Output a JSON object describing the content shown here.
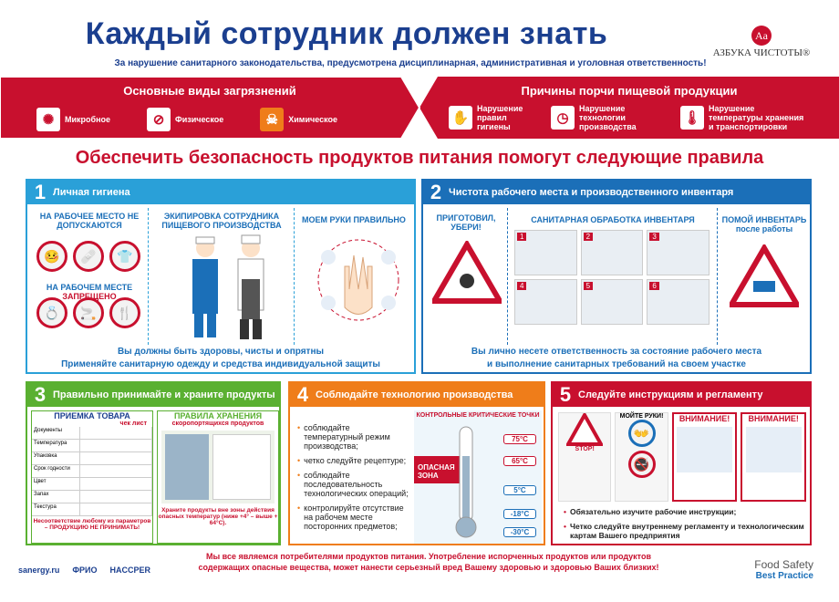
{
  "header": {
    "title": "Каждый сотрудник должен знать",
    "subtitle": "За нарушение санитарного законодательства, предусмотрена дисциплинарная, административная и уголовная ответственность!",
    "brand_logo": "Aa",
    "brand_name": "АЗБУКА ЧИСТОТЫ®"
  },
  "band": {
    "left_title": "Основные виды загрязнений",
    "left_items": [
      {
        "label": "Микробное",
        "icon": "microbe-icon"
      },
      {
        "label": "Физическое",
        "icon": "glass-shard-icon"
      },
      {
        "label": "Химическое",
        "icon": "chemical-icon"
      }
    ],
    "right_title": "Причины порчи пищевой продукции",
    "right_items": [
      {
        "label": "Нарушение правил гигиены",
        "icon": "hand-icon"
      },
      {
        "label": "Нарушение технологии производства",
        "icon": "clock-icon"
      },
      {
        "label": "Нарушение температуры хранения и транспортировки",
        "icon": "thermometer-icon"
      }
    ]
  },
  "rules_heading": "Обеспечить безопасность продуктов питания помогут следующие правила",
  "panel1": {
    "num": "1",
    "title": "Личная гигиена",
    "col1_title": "НА РАБОЧЕЕ МЕСТО НЕ ДОПУСКАЮТСЯ",
    "col1_sub_prefix": "НА РАБОЧЕМ МЕСТЕ",
    "col1_sub_red": "ЗАПРЕЩЕНО",
    "col2_title": "ЭКИПИРОВКА СОТРУДНИКА ПИЩЕВОГО ПРОИЗВОДСТВА",
    "col3_title": "МОЕМ РУКИ ПРАВИЛЬНО",
    "footer1": "Вы должны быть здоровы, чисты и опрятны",
    "footer2": "Применяйте санитарную одежду и средства индивидуальной защиты"
  },
  "panel2": {
    "num": "2",
    "title": "Чистота рабочего места и производственного инвентаря",
    "col1_title": "ПРИГОТОВИЛ, УБЕРИ!",
    "col2_title": "САНИТАРНАЯ ОБРАБОТКА ИНВЕНТАРЯ",
    "col3_title": "ПОМОЙ ИНВЕНТАРЬ после работы",
    "steps": [
      "1",
      "2",
      "3",
      "4",
      "5",
      "6"
    ],
    "footer1": "Вы лично несете ответственность за состояние рабочего места",
    "footer2": "и выполнение санитарных требований на своем участке"
  },
  "panel3": {
    "num": "3",
    "title": "Правильно принимайте и храните продукты",
    "col1_title": "ПРИЕМКА ТОВАРА",
    "col1_sub": "чек лист",
    "col1_rows": [
      "Документы",
      "Температура",
      "Упаковка",
      "Срок годности",
      "Цвет",
      "Запах",
      "Текстура"
    ],
    "col1_footer": "Несоответствие любому из параметров – ПРОДУКЦИЮ НЕ ПРИНИМАТЬ!",
    "col2_title": "ПРАВИЛА ХРАНЕНИЯ",
    "col2_sub": "скоропортящихся продуктов",
    "col2_footer": "Храните продукты вне зоны действия опасных температур (ниже +4° – выше + 64°С)."
  },
  "panel4": {
    "num": "4",
    "title": "Соблюдайте технологию производства",
    "bullets": [
      "соблюдайте температурный режим производства;",
      "четко следуйте рецептуре;",
      "соблюдайте последовательность технологических операций;",
      "контролируйте отсутствие на рабочем месте посторонних предметов;"
    ],
    "chart_title": "КОНТРОЛЬНЫЕ КРИТИЧЕСКИЕ ТОЧКИ",
    "danger_label": "ОПАСНАЯ ЗОНА",
    "temps": [
      "75°С",
      "65°С",
      "5°С",
      "-18°С",
      "-30°С"
    ]
  },
  "panel5": {
    "num": "5",
    "title": "Следуйте инструкциям и регламенту",
    "sign1": "МОЙТЕ РУКИ!",
    "sign2": "ВНИМАНИЕ!",
    "sign3": "ВНИМАНИЕ!",
    "sign4": "STOP!",
    "bullets": [
      "Обязательно изучите рабочие инструкции;",
      "Четко следуйте внутреннему регламенту и технологическим картам Вашего предприятия"
    ]
  },
  "bottom": {
    "message": "Мы все являемся потребителями продуктов питания. Употребление испорченных продуктов или продуктов содержащих опасные вещества, может нанести серьезный вред Вашему здоровью и здоровью Ваших близких!",
    "logos": [
      "sanergy.ru",
      "ФРИО",
      "HACCPER"
    ],
    "food_safety": "Food Safety",
    "best_practice": "Best Practice"
  },
  "colors": {
    "red": "#c8102e",
    "blue": "#1b3f8f",
    "cyan": "#2aa0d8",
    "green": "#5ab031",
    "orange": "#ef7d1a"
  }
}
